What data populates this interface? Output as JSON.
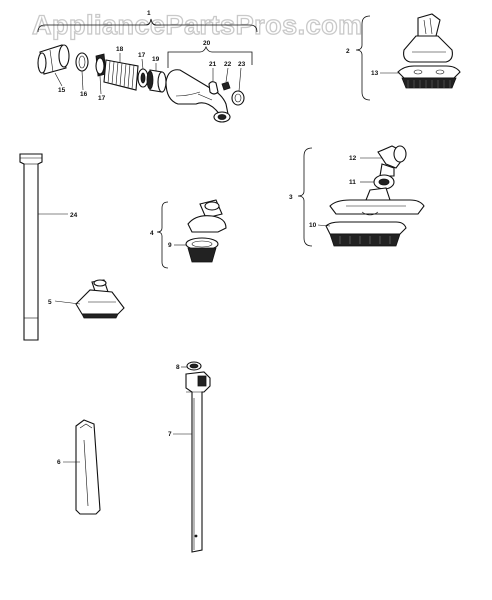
{
  "watermark": "AppliancePartsPros.com",
  "callouts": {
    "c1": "1",
    "c2": "2",
    "c3": "3",
    "c4": "4",
    "c5": "5",
    "c6": "6",
    "c7": "7",
    "c8": "8",
    "c9": "9",
    "c10": "10",
    "c11": "11",
    "c12": "12",
    "c13": "13",
    "c15": "15",
    "c16": "16",
    "c17a": "17",
    "c17b": "17",
    "c18": "18",
    "c19": "19",
    "c20": "20",
    "c21": "21",
    "c22": "22",
    "c23": "23",
    "c24": "24"
  },
  "colors": {
    "ink": "#111111",
    "paper": "#ffffff",
    "watermark_stroke": "#c9c9c9"
  }
}
